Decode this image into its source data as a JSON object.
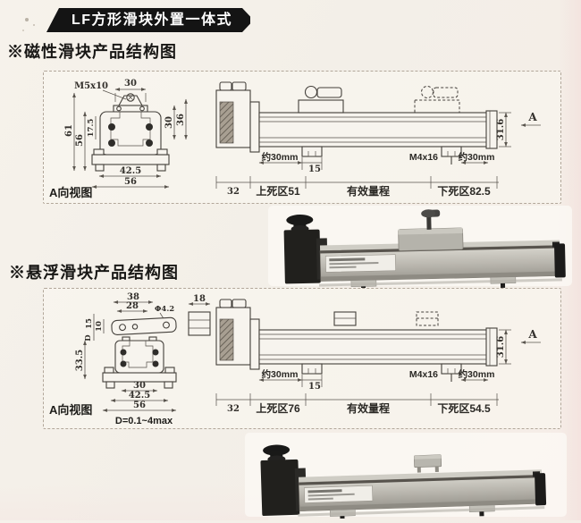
{
  "header": {
    "badge": "LF方形滑块外置一体式"
  },
  "sections": {
    "magnetic": {
      "heading": "※磁性滑块产品结构图"
    },
    "floating": {
      "heading": "※悬浮滑块产品结构图"
    }
  },
  "drawing1": {
    "section_view": {
      "label": "A向视图",
      "screw": "M5x10",
      "top_width": "30",
      "h_total": "61",
      "h_body": "56",
      "h_slot": "17.5",
      "h_right_inner": "30",
      "h_right_outer": "36",
      "w_feet": "42.5",
      "w_base": "56"
    },
    "side_view": {
      "offset_left": "约30mm",
      "tab_width": "15",
      "screw": "M4x16",
      "offset_right": "约30mm",
      "end_width": "32",
      "dead_zone_upper": "上死区51",
      "effective_range": "有效量程",
      "dead_zone_lower": "下死区82.5",
      "height": "31.6",
      "view_arrow": "A"
    }
  },
  "drawing2": {
    "section_view": {
      "label": "A向视图",
      "plate_width_outer": "38",
      "plate_width_inner": "28",
      "hole_dia": "Φ4.2",
      "plate_depth": "18",
      "plate_height": "15",
      "gap": "D",
      "plate_thickness": "10",
      "body_height": "33.5",
      "w_inner": "30",
      "w_feet": "42.5",
      "w_base": "56",
      "gap_note": "D=0.1~4max"
    },
    "side_view": {
      "offset_left": "约30mm",
      "tab_width": "15",
      "screw": "M4x16",
      "offset_right": "约30mm",
      "end_width": "32",
      "dead_zone_upper": "上死区76",
      "effective_range": "有效量程",
      "dead_zone_lower": "下死区54.5",
      "height": "31.6",
      "view_arrow": "A"
    }
  }
}
